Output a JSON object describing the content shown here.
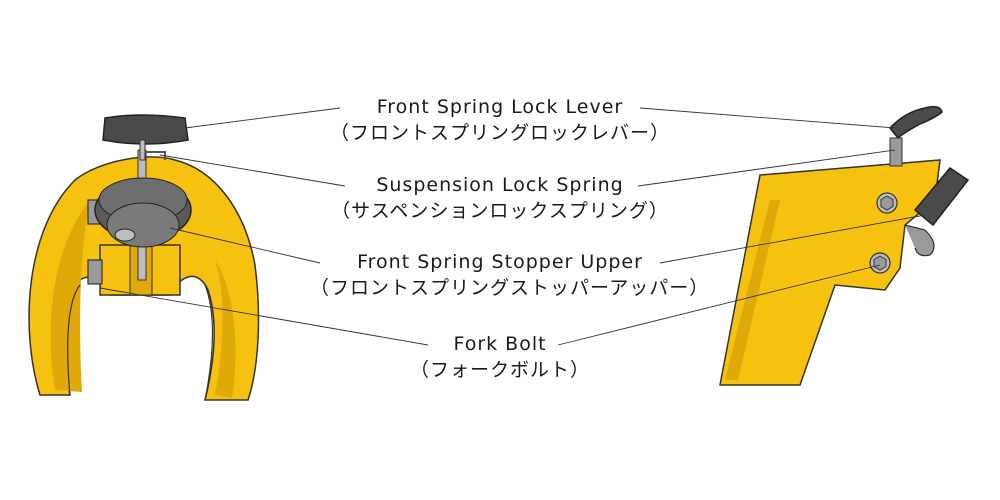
{
  "labels": [
    {
      "en": "Front Spring Lock Lever",
      "ja": "（フロントスプリングロックレバー）"
    },
    {
      "en": "Suspension Lock Spring",
      "ja": "（サスペンションロックスプリング）"
    },
    {
      "en": "Front Spring Stopper Upper",
      "ja": "（フロントスプリングストッパーアッパー）"
    },
    {
      "en": "Fork Bolt",
      "ja": "（フォークボルト）"
    }
  ],
  "colors": {
    "yellow": "#f7c10f",
    "yellow_dark": "#e0a90a",
    "gray": "#8a8a8a",
    "dark": "#4a4a4a",
    "line": "#333333"
  }
}
